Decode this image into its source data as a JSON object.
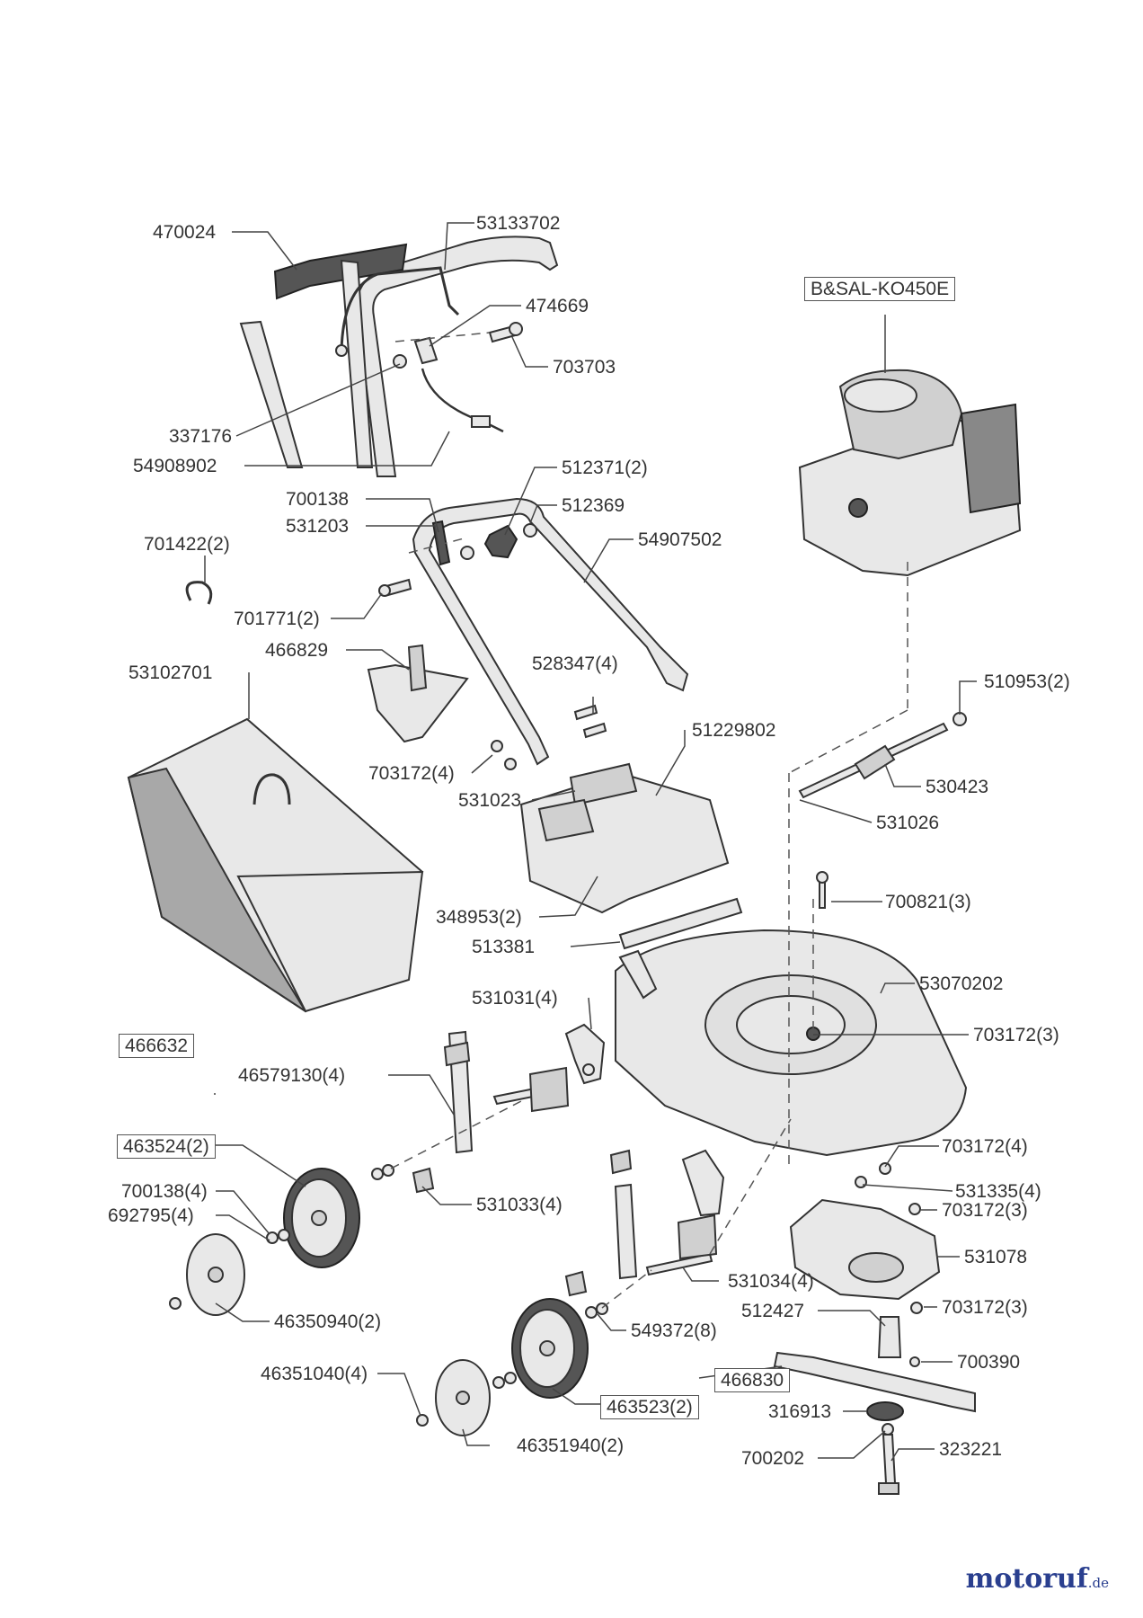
{
  "diagram": {
    "labels": {
      "l_470024": "470024",
      "l_53133702": "53133702",
      "l_474669": "474669",
      "l_703703": "703703",
      "l_337176": "337176",
      "l_54908902": "54908902",
      "l_512371_2": "512371(2)",
      "l_700138": "700138",
      "l_512369": "512369",
      "l_531203": "531203",
      "l_54907502": "54907502",
      "l_701422_2": "701422(2)",
      "l_701771_2": "701771(2)",
      "l_466829": "466829",
      "l_528347_4": "528347(4)",
      "l_53102701": "53102701",
      "l_51229802": "51229802",
      "l_703172_4a": "703172(4)",
      "l_531023": "531023",
      "l_510953_2": "510953(2)",
      "l_530423": "530423",
      "l_531026": "531026",
      "l_700821_3": "700821(3)",
      "l_348953_2": "348953(2)",
      "l_513381": "513381",
      "l_53070202": "53070202",
      "l_531031_4": "531031(4)",
      "l_703172_3a": "703172(3)",
      "l_46579130_4": "46579130(4)",
      "l_703172_4b": "703172(4)",
      "l_700138_4": "700138(4)",
      "l_692795_4": "692795(4)",
      "l_531033_4": "531033(4)",
      "l_531335_4": "531335(4)",
      "l_703172_3b": "703172(3)",
      "l_531078": "531078",
      "l_531034_4": "531034(4)",
      "l_46350940_2": "46350940(2)",
      "l_512427": "512427",
      "l_703172_3c": "703172(3)",
      "l_549372_8": "549372(8)",
      "l_700390": "700390",
      "l_46351040_4": "46351040(4)",
      "l_316913": "316913",
      "l_46351940_2": "46351940(2)",
      "l_700202": "700202",
      "l_323221": "323221"
    },
    "boxed_labels": {
      "b_engine": "B&SAL-KO450E",
      "b_466632": "466632",
      "b_463524_2": "463524(2)",
      "b_466830": "466830",
      "b_463523_2": "463523(2)"
    }
  },
  "watermark": {
    "main": "motoruf",
    "suffix": ".de",
    "colors": {
      "m1": "#2a3f8f",
      "m2": "#2a3f8f",
      "o": "#e0a020",
      "rest": "#2a3f8f"
    }
  }
}
